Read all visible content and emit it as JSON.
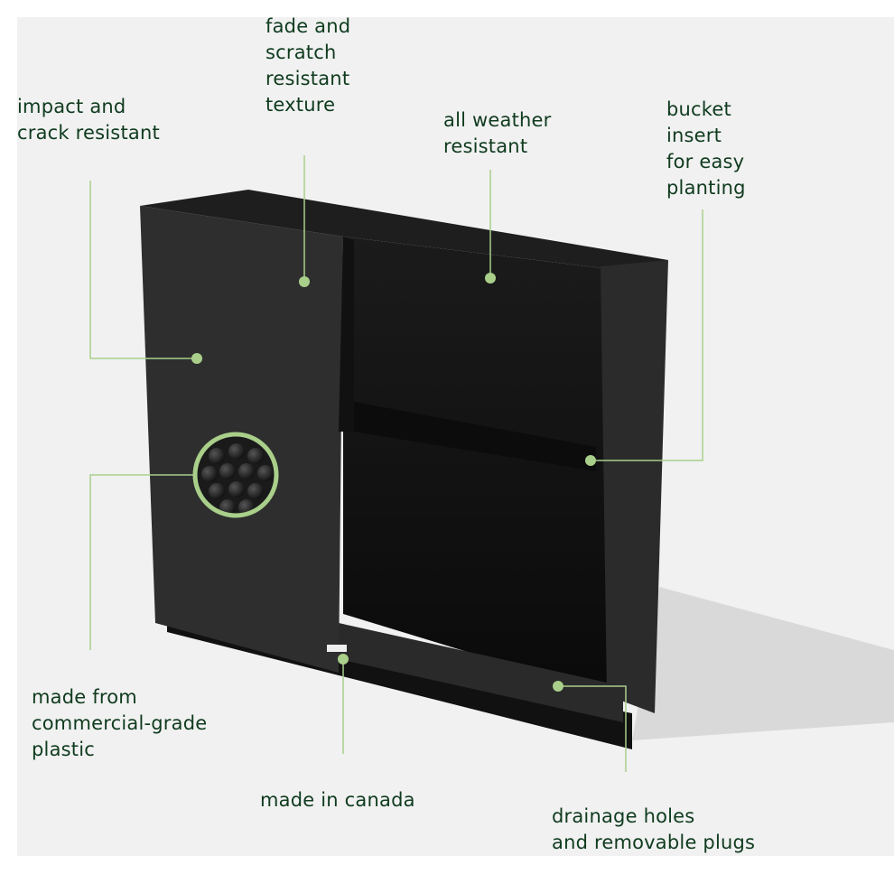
{
  "colors": {
    "text": "#0f3b1e",
    "accent": "#a9cf8a",
    "background": "#f1f1f1",
    "planter": "#2a2a2a"
  },
  "callouts": {
    "impact": "impact and\ncrack resistant",
    "fade": "fade and\nscratch\nresistant\ntexture",
    "weather": "all weather\nresistant",
    "bucket": "bucket\ninsert\nfor easy\nplanting",
    "plastic": "made from\ncommercial-grade\nplastic",
    "canada": "made in canada",
    "drainage": "drainage holes\nand removable plugs"
  }
}
